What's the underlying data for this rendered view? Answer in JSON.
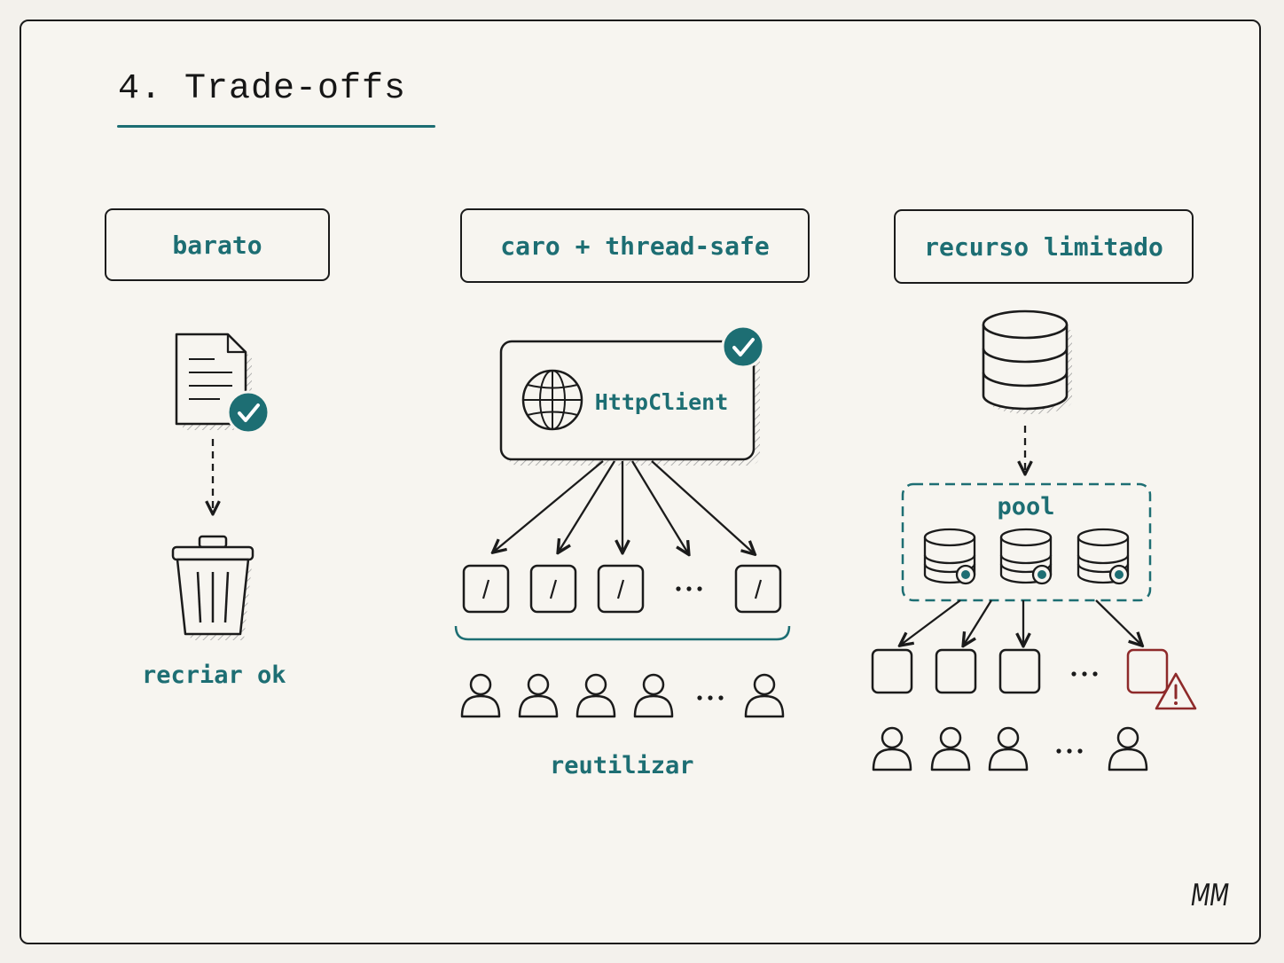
{
  "title": "4. Trade-offs",
  "columns": [
    {
      "label": "barato",
      "caption": "recriar ok"
    },
    {
      "label": "caro + thread-safe",
      "component": "HttpClient",
      "caption": "reutilizar"
    },
    {
      "label": "recurso limitado",
      "group": "pool"
    }
  ],
  "signature": "MM",
  "colors": {
    "accent": "#1d6e73",
    "ink": "#1b1b1b",
    "warning": "#8e2a2a",
    "paper": "#f7f5f0"
  }
}
